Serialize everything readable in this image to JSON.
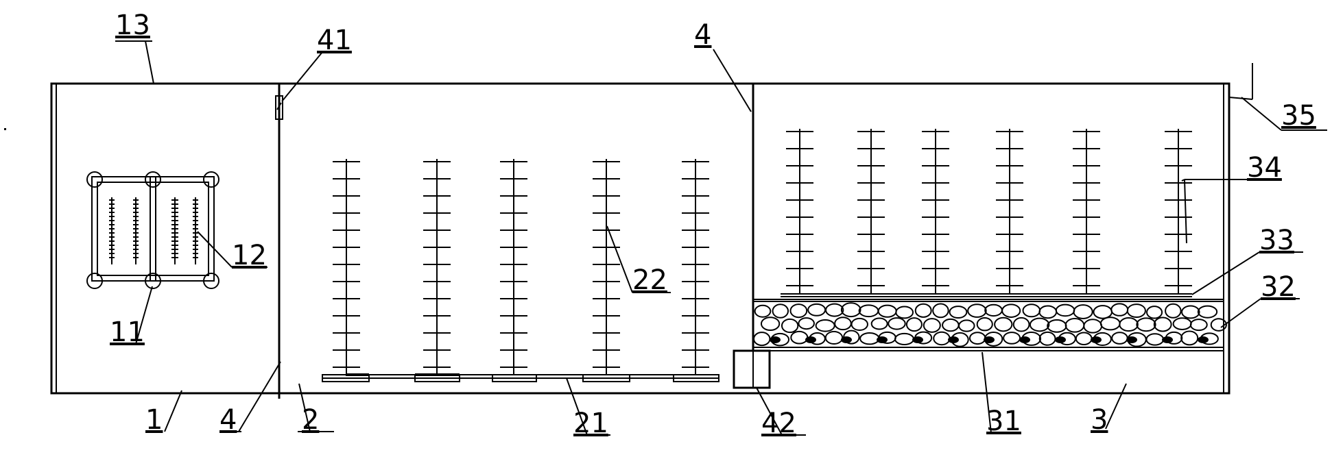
{
  "labels": {
    "l13": "13",
    "l41": "41",
    "l4_top": "4",
    "l35": "35",
    "l34": "34",
    "l33": "33",
    "l32": "32",
    "l12": "12",
    "l22": "22",
    "l11": "11",
    "l1": "1",
    "l4_bottom": "4",
    "l2": "2",
    "l21": "21",
    "l42": "42",
    "l31": "31",
    "l3": "3"
  },
  "colors": {
    "line": "#000000",
    "background": "#ffffff"
  }
}
